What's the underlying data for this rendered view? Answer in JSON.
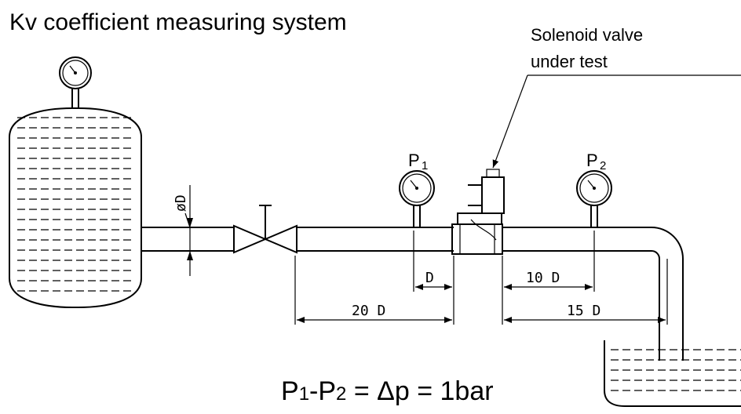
{
  "title": "Kv coefficient measuring system",
  "callout": {
    "line1": "Solenoid valve",
    "line2": "under test"
  },
  "gauges": {
    "p1": {
      "label": "P",
      "sub": "1"
    },
    "p2": {
      "label": "P",
      "sub": "2"
    }
  },
  "pipe_diameter_label": "øD",
  "dimensions": {
    "d": "D",
    "ten_d": "10  D",
    "twenty_d": "20  D",
    "fifteen_d": "15  D"
  },
  "formula": {
    "p": "P",
    "one": "1",
    "minus_p": "-P",
    "two": "2",
    "rest": " = Δp = 1bar"
  }
}
